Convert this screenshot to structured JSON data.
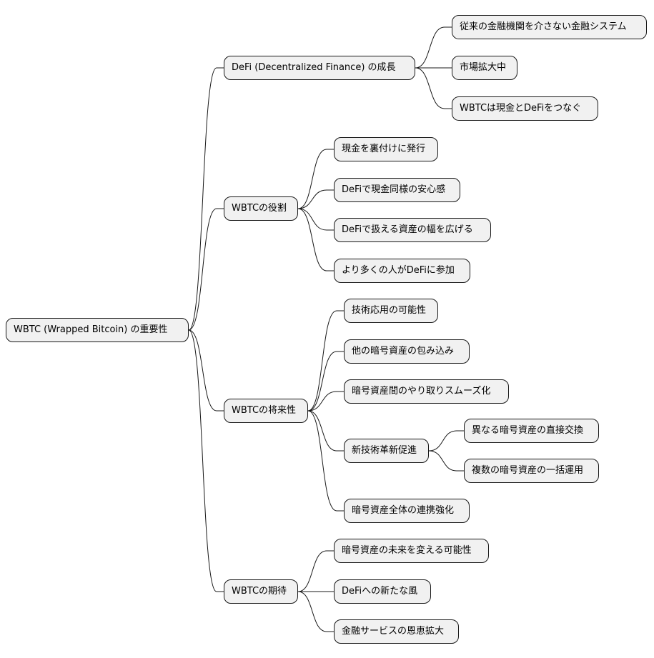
{
  "root": {
    "label": "WBTC (Wrapped Bitcoin) の重要性"
  },
  "branches": [
    {
      "label": "DeFi (Decentralized Finance) の成長",
      "children": [
        {
          "label": "従来の金融機関を介さない金融システム"
        },
        {
          "label": "市場拡大中"
        },
        {
          "label": "WBTCは現金とDeFiをつなぐ"
        }
      ]
    },
    {
      "label": "WBTCの役割",
      "children": [
        {
          "label": "現金を裏付けに発行"
        },
        {
          "label": "DeFiで現金同様の安心感"
        },
        {
          "label": "DeFiで扱える資産の幅を広げる"
        },
        {
          "label": "より多くの人がDeFiに参加"
        }
      ]
    },
    {
      "label": "WBTCの将来性",
      "children": [
        {
          "label": "技術応用の可能性"
        },
        {
          "label": "他の暗号資産の包み込み"
        },
        {
          "label": "暗号資産間のやり取りスムーズ化"
        },
        {
          "label": "新技術革新促進",
          "children": [
            {
              "label": "異なる暗号資産の直接交換"
            },
            {
              "label": "複数の暗号資産の一括運用"
            }
          ]
        },
        {
          "label": "暗号資産全体の連携強化"
        }
      ]
    },
    {
      "label": "WBTCの期待",
      "children": [
        {
          "label": "暗号資産の未来を変える可能性"
        },
        {
          "label": "DeFiへの新たな風"
        },
        {
          "label": "金融サービスの恩恵拡大"
        }
      ]
    }
  ]
}
